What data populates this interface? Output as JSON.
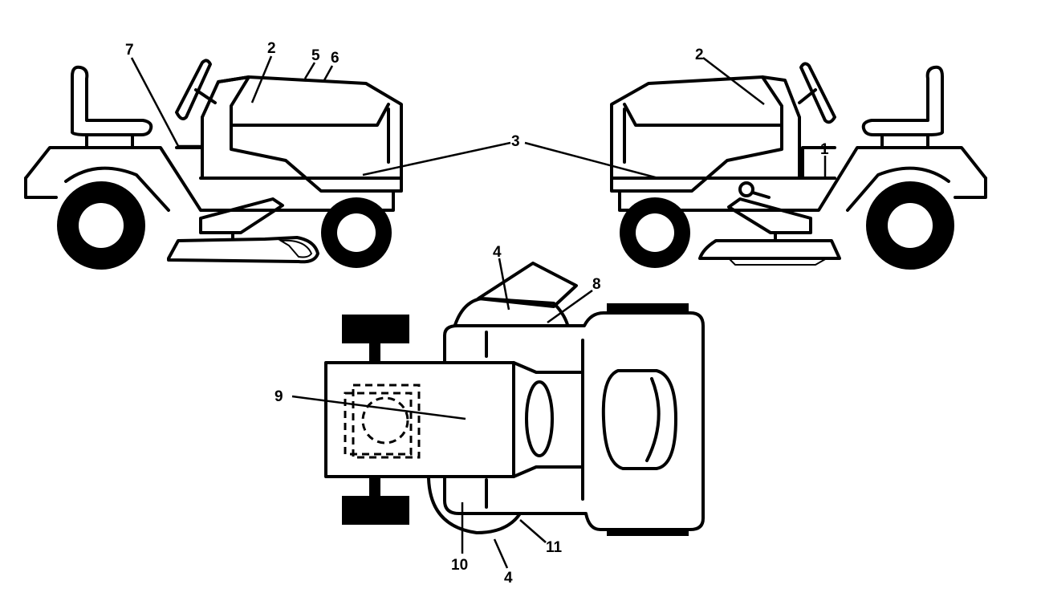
{
  "callouts": {
    "left_7": "7",
    "left_2": "2",
    "left_5": "5",
    "left_6": "6",
    "center_3": "3",
    "right_2": "2",
    "right_1": "1",
    "top_4": "4",
    "top_8": "8",
    "top_9": "9",
    "bottom_10": "10",
    "bottom_4": "4",
    "bottom_11": "11"
  }
}
